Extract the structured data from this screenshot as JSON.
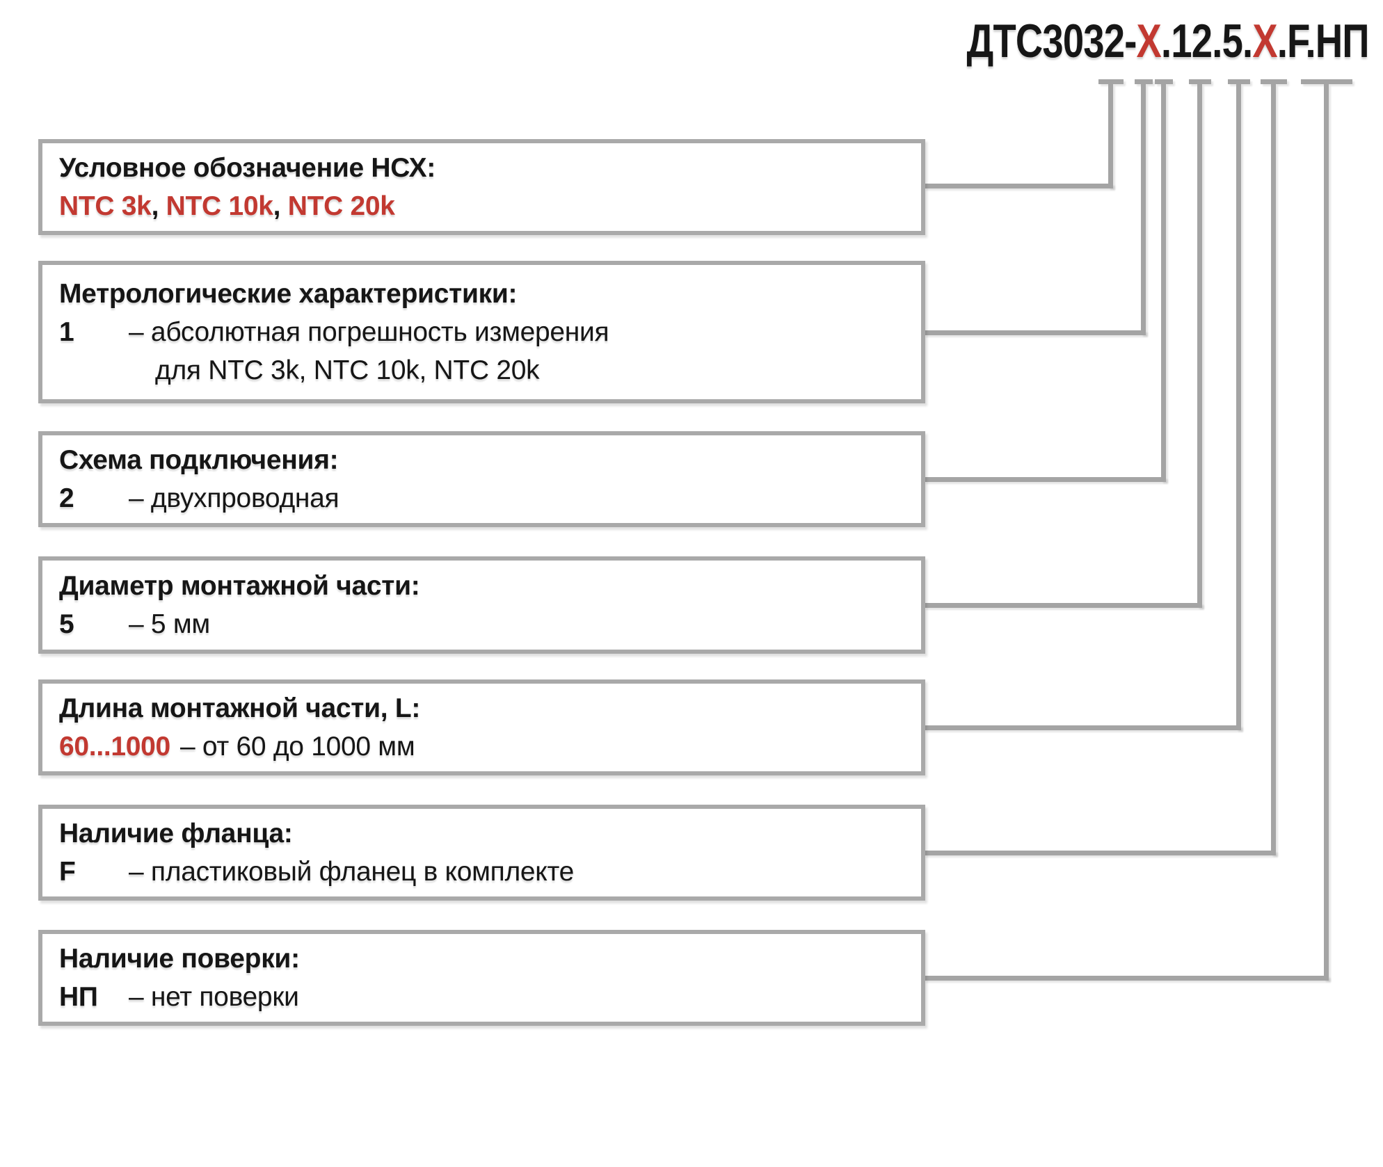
{
  "model_code": {
    "full": "ДТС3032-Х.12.5.Х.F.НП",
    "parts": [
      {
        "text": "ДТС3032-",
        "highlight": false
      },
      {
        "text": "Х",
        "highlight": true
      },
      {
        "text": ".12.5.",
        "highlight": false
      },
      {
        "text": "Х",
        "highlight": true
      },
      {
        "text": ".F.НП",
        "highlight": false
      }
    ]
  },
  "colors": {
    "accent_red": "#c23931",
    "line_gray": "#a4a4a4",
    "border_gray": "#a9a9a9",
    "text_black": "#161616"
  },
  "boxes": [
    {
      "title": "Условное обозначение НСХ:",
      "values": [
        "NTC 3k",
        "NTC 10k",
        "NTC 20k"
      ],
      "separator": ", "
    },
    {
      "title": "Метрологические характеристики:",
      "label": "1",
      "desc": "– абсолютная погрешность измерения",
      "desc_cont": "для NTC 3k, NTC 10k, NTC 20k"
    },
    {
      "title": "Схема подключения:",
      "label": "2",
      "desc": "– двухпроводная"
    },
    {
      "title": "Диаметр монтажной части:",
      "label": "5",
      "desc": "– 5 мм"
    },
    {
      "title": "Длина монтажной части, L:",
      "label": "60...1000",
      "desc": "– от 60 до 1000 мм"
    },
    {
      "title": "Наличие фланца:",
      "label": "F",
      "desc": "– пластиковый фланец в комплекте"
    },
    {
      "title": "Наличие поверки:",
      "label": "НП",
      "desc": "– нет поверки"
    }
  ]
}
